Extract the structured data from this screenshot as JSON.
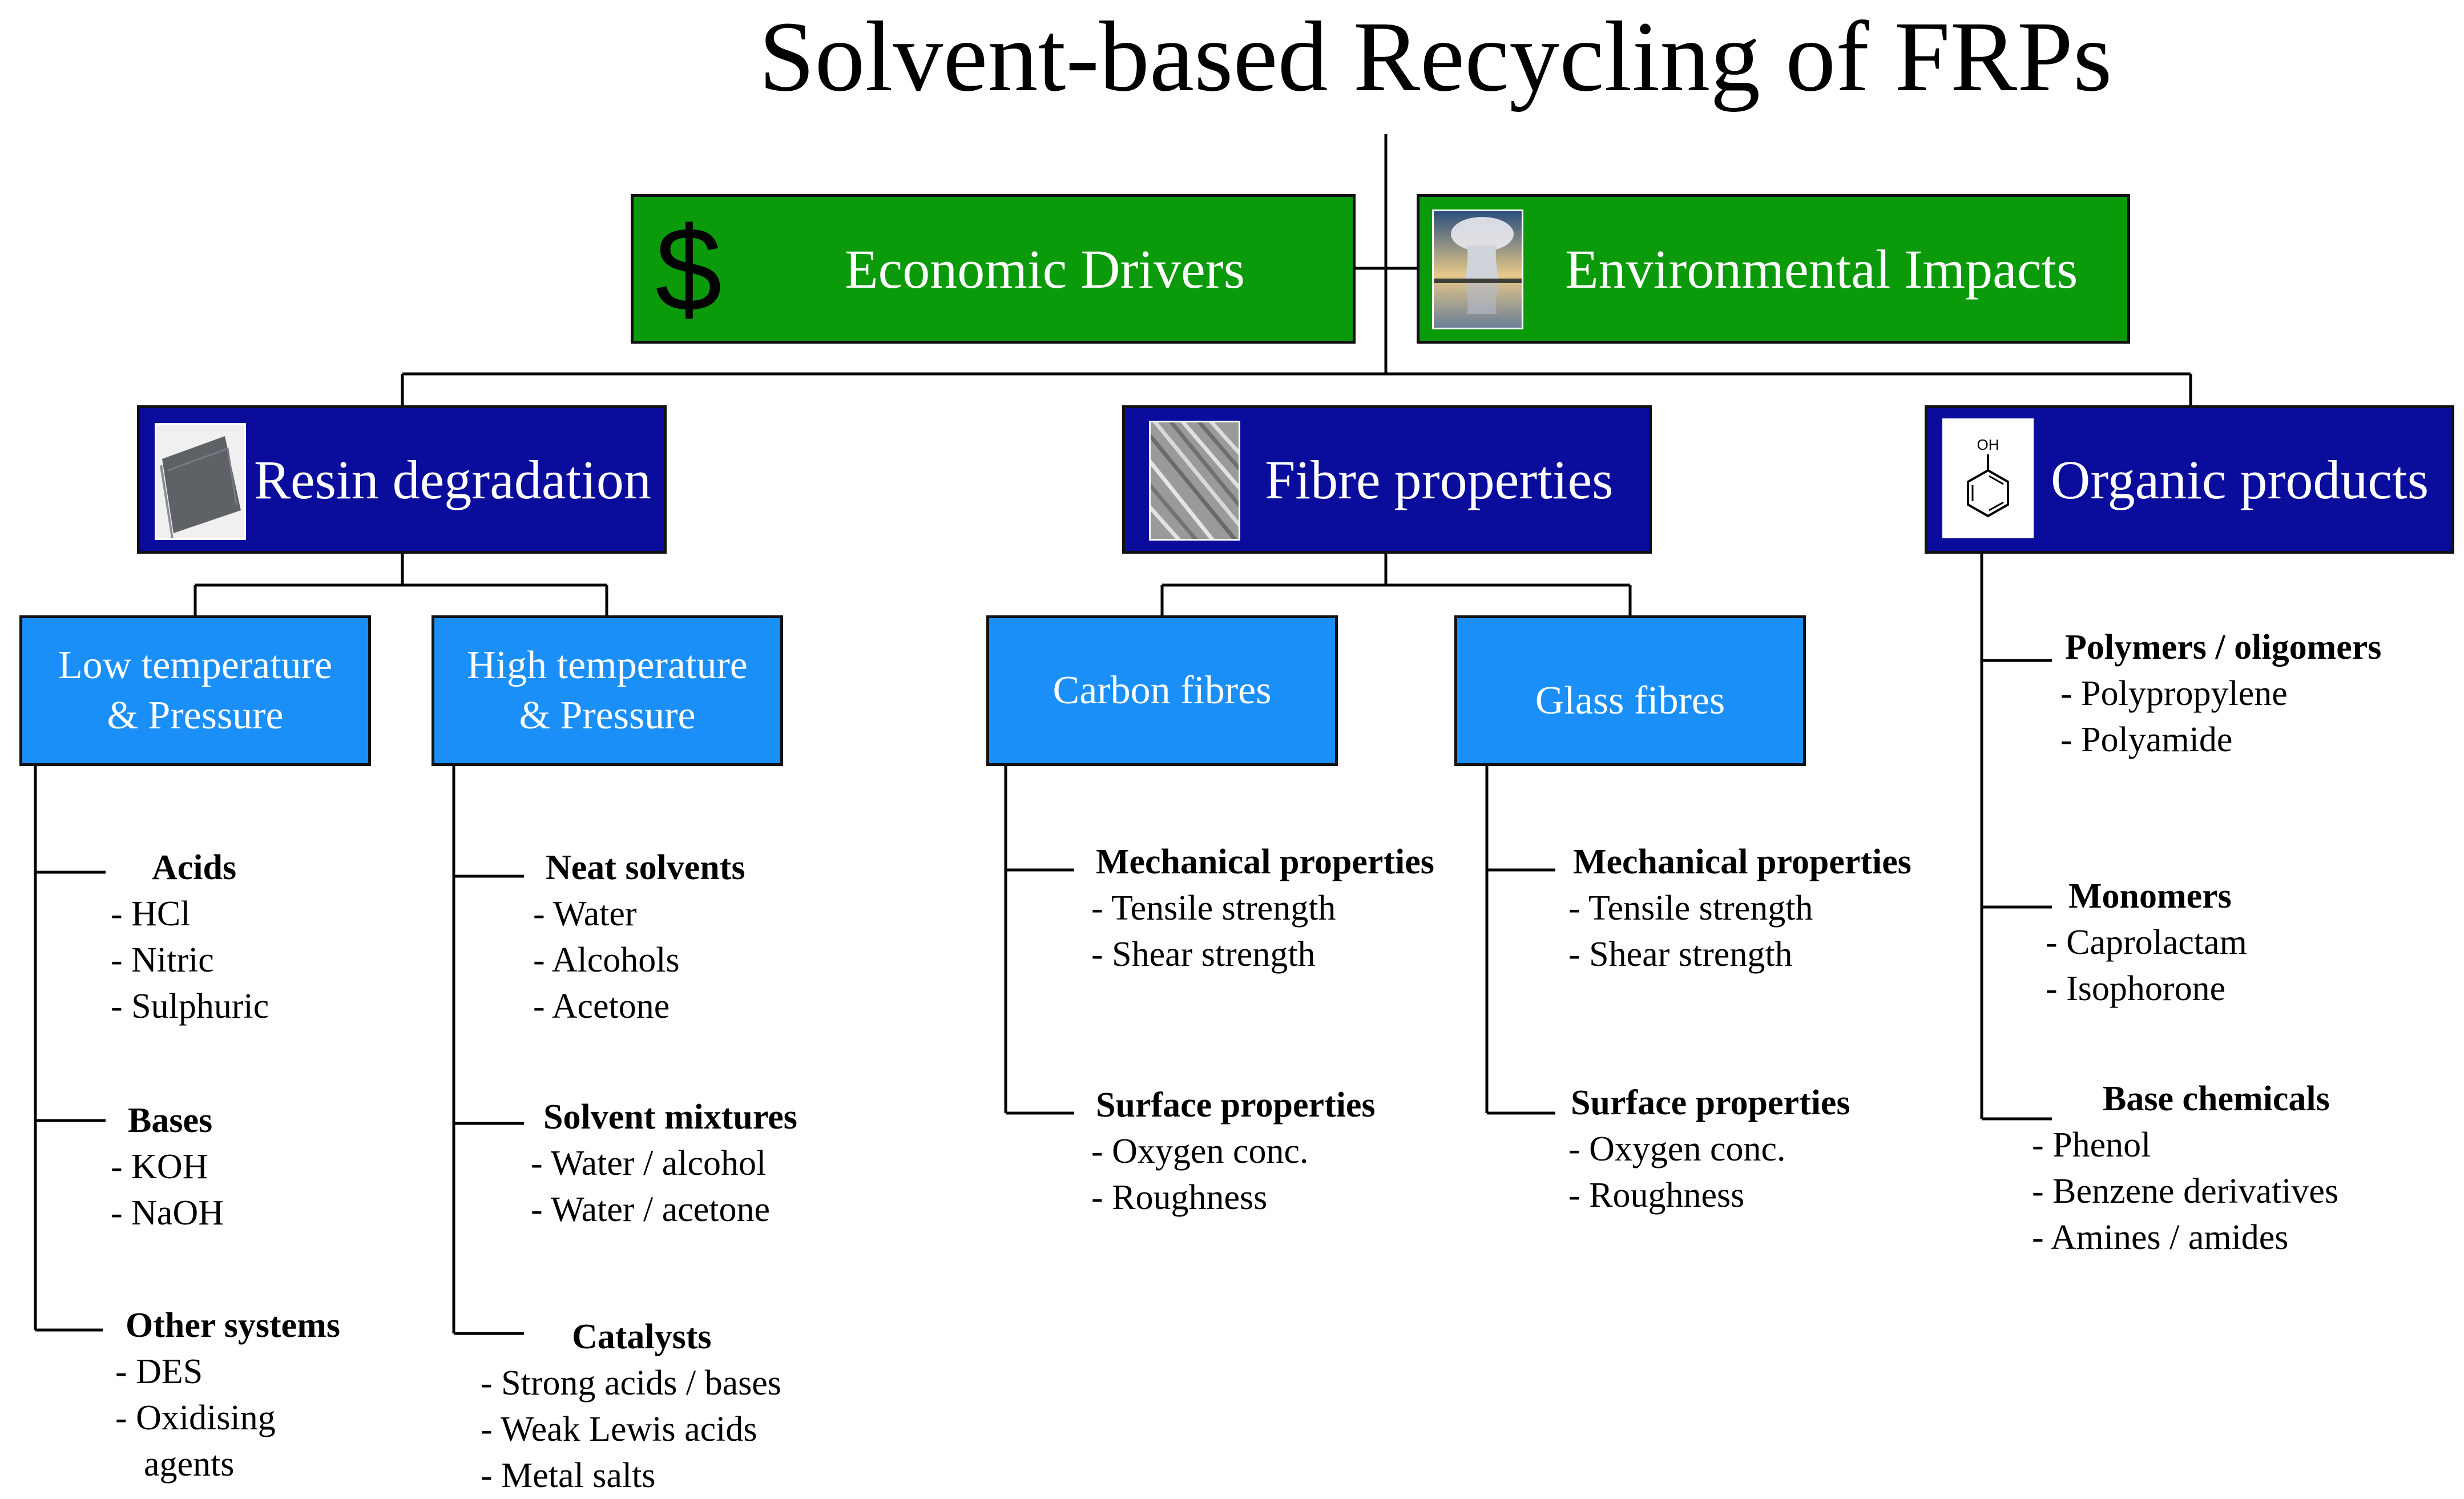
{
  "title": "Solvent-based Recycling of FRPs",
  "drivers": {
    "economic": {
      "label": "Economic Drivers",
      "symbol": "$"
    },
    "environmental": {
      "label": "Environmental Impacts"
    }
  },
  "categories": {
    "resin": {
      "label": "Resin degradation"
    },
    "fibre": {
      "label": "Fibre properties"
    },
    "organic": {
      "label": "Organic products",
      "icon_text": "OH"
    }
  },
  "subcategories": {
    "low": {
      "line1": "Low temperature",
      "line2": "& Pressure"
    },
    "high": {
      "line1": "High temperature",
      "line2": "& Pressure"
    },
    "carbon": {
      "label": "Carbon fibres"
    },
    "glass": {
      "label": "Glass fibres"
    }
  },
  "low_groups": [
    {
      "heading": "Acids",
      "items": [
        "- HCl",
        "- Nitric",
        "- Sulphuric"
      ]
    },
    {
      "heading": "Bases",
      "items": [
        "- KOH",
        "- NaOH"
      ]
    },
    {
      "heading": "Other systems",
      "items": [
        "- DES",
        "- Oxidising",
        "agents"
      ]
    }
  ],
  "high_groups": [
    {
      "heading": "Neat solvents",
      "items": [
        "- Water",
        "- Alcohols",
        "- Acetone"
      ]
    },
    {
      "heading": "Solvent mixtures",
      "items": [
        "- Water / alcohol",
        "- Water / acetone"
      ]
    },
    {
      "heading": "Catalysts",
      "items": [
        "- Strong acids / bases",
        "- Weak Lewis acids",
        "- Metal salts"
      ]
    }
  ],
  "carbon_groups": [
    {
      "heading": "Mechanical properties",
      "items": [
        "- Tensile strength",
        "- Shear strength"
      ]
    },
    {
      "heading": "Surface properties",
      "items": [
        "- Oxygen conc.",
        "- Roughness"
      ]
    }
  ],
  "glass_groups": [
    {
      "heading": "Mechanical properties",
      "items": [
        "- Tensile strength",
        "- Shear strength"
      ]
    },
    {
      "heading": "Surface properties",
      "items": [
        "- Oxygen conc.",
        "- Roughness"
      ]
    }
  ],
  "organic_groups": [
    {
      "heading": "Polymers / oligomers",
      "items": [
        "- Polypropylene",
        "- Polyamide"
      ]
    },
    {
      "heading": "Monomers",
      "items": [
        "- Caprolactam",
        "- Isophorone"
      ]
    },
    {
      "heading": "Base chemicals",
      "items": [
        "- Phenol",
        "- Benzene derivatives",
        "- Amines / amides"
      ]
    }
  ]
}
